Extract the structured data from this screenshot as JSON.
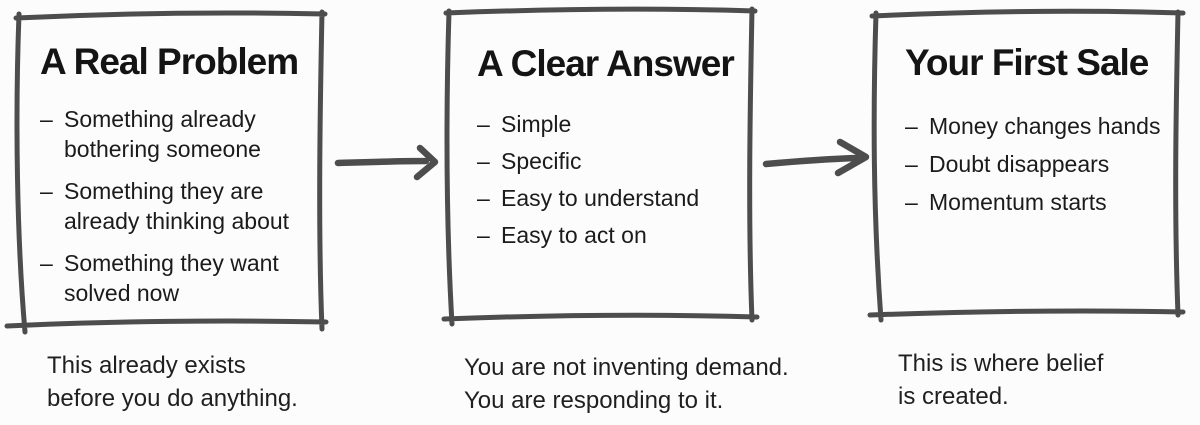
{
  "page": {
    "background_color": "#fcfcfc",
    "ink_color": "#1b1b1b",
    "stroke_color": "#4d4d4d",
    "bullet_marker": "–"
  },
  "columns": [
    {
      "title": "A Real Problem",
      "bullets": [
        "Something already\nbothering someone",
        "Something they are\nalready thinking about",
        "Something they want\nsolved now"
      ],
      "caption": "This already exists\nbefore you do anything."
    },
    {
      "title": "A Clear Answer",
      "bullets": [
        "Simple",
        "Specific",
        "Easy to understand",
        "Easy to act on"
      ],
      "caption": "You are not inventing demand.\nYou are responding to it."
    },
    {
      "title": "Your First Sale",
      "bullets": [
        "Money changes hands",
        "Doubt disappears",
        "Momentum starts"
      ],
      "caption": "This is where belief\nis created."
    }
  ]
}
